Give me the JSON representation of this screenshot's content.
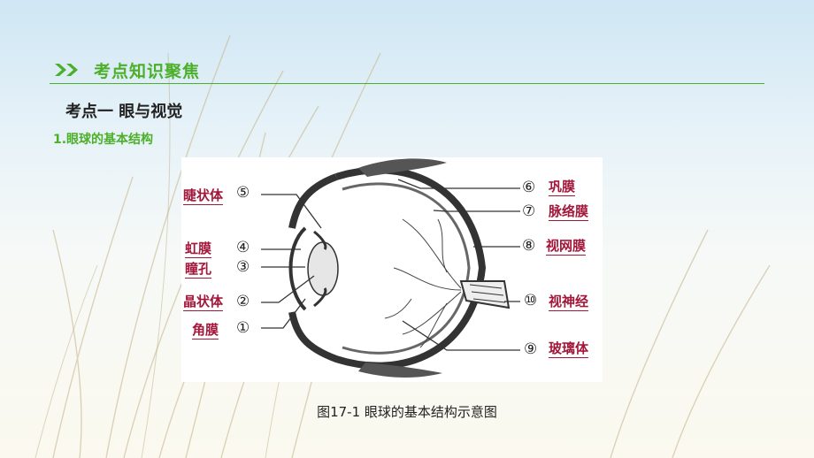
{
  "section": {
    "title": "考点知识聚焦"
  },
  "topic": {
    "title": "考点一 眼与视觉"
  },
  "subtopic": {
    "title": "1.眼球的基本结构"
  },
  "figure": {
    "caption": "图17-1 眼球的基本结构示意图",
    "left_labels": [
      {
        "num": "⑤",
        "text": "睫状体"
      },
      {
        "num": "④",
        "text": "虹膜"
      },
      {
        "num": "③",
        "text": "瞳孔"
      },
      {
        "num": "②",
        "text": "晶状体"
      },
      {
        "num": "①",
        "text": "角膜"
      }
    ],
    "right_labels": [
      {
        "num": "⑥",
        "text": "巩膜"
      },
      {
        "num": "⑦",
        "text": "脉络膜"
      },
      {
        "num": "⑧",
        "text": "视网膜"
      },
      {
        "num": "⑩",
        "text": "视神经"
      },
      {
        "num": "⑨",
        "text": "玻璃体"
      }
    ]
  },
  "colors": {
    "accent": "#4caf29",
    "label": "#a3173a"
  }
}
